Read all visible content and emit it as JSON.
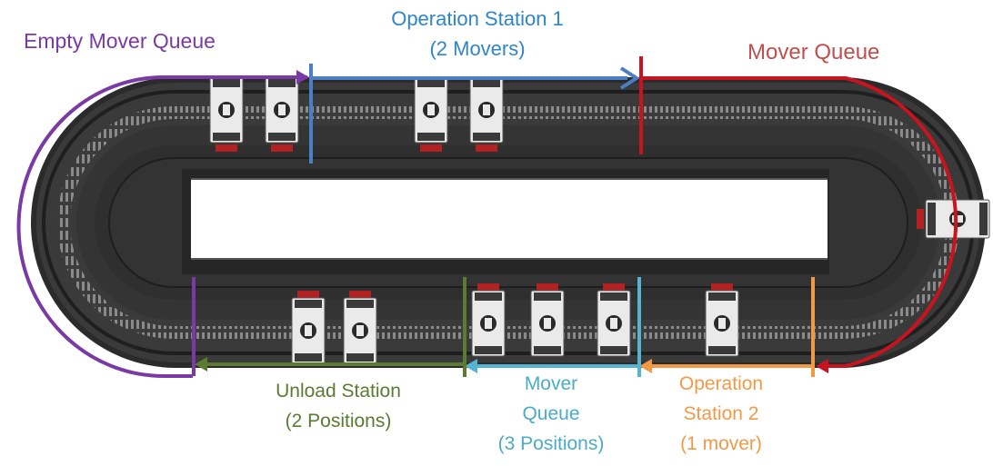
{
  "labels": {
    "empty_mover_queue": "Empty Mover Queue",
    "operation_station_1": {
      "line1": "Operation Station 1",
      "line2": "(2 Movers)"
    },
    "mover_queue_top": "Mover Queue",
    "unload_station": {
      "line1": "Unload Station",
      "line2": "(2 Positions)"
    },
    "mover_queue_bottom": {
      "line1": "Mover",
      "line2": "Queue",
      "line3": "(3 Positions)"
    },
    "operation_station_2": {
      "line1": "Operation",
      "line2": "Station 2",
      "line3": "(1 mover)"
    }
  },
  "colors": {
    "purple": "#7a3aa5",
    "blue": "#4a7fc4",
    "red": "#c8141e",
    "olive": "#5c7a32",
    "cyan": "#55b4d2",
    "orange": "#f09a48",
    "mover_queue_label": "#c0504d",
    "operation_station_1_label": "#2e86c8",
    "mover_queue_bottom_label": "#4bacc6"
  }
}
